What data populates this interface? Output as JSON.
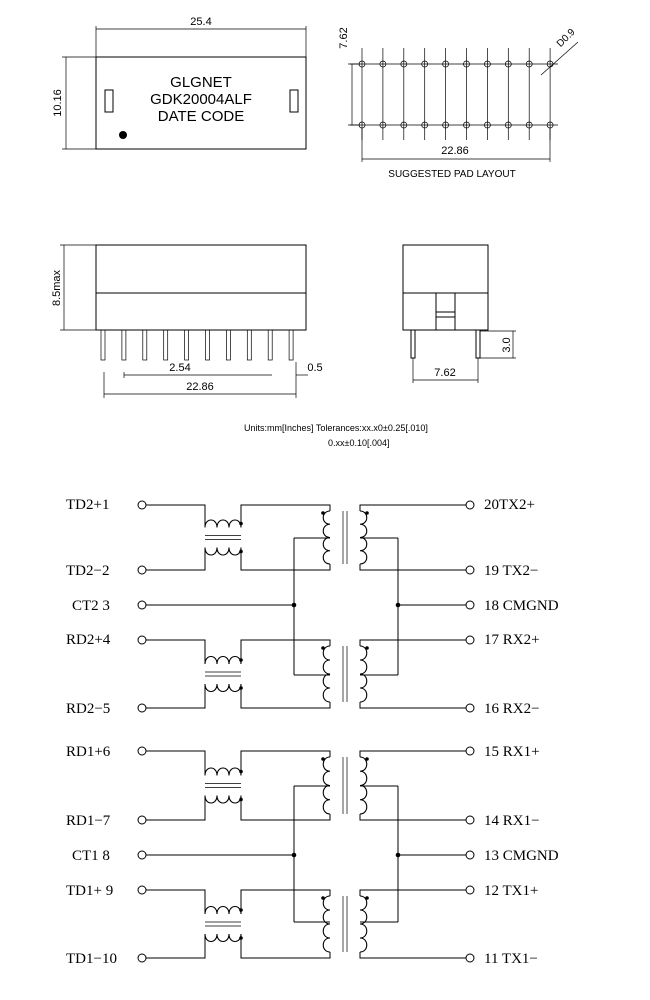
{
  "top_view": {
    "dim_width": "25.4",
    "dim_height": "10.16",
    "marking": [
      "GLGNET",
      "GDK20004ALF",
      "DATE CODE"
    ]
  },
  "pad_layout": {
    "dim_row_pitch": "7.62",
    "dim_pad": "D0.9",
    "dim_span": "22.86",
    "caption": "SUGGESTED PAD LAYOUT"
  },
  "side_view": {
    "dim_height": "8.5max",
    "dim_pitch": "2.54",
    "dim_pin": "0.5",
    "dim_span": "22.86"
  },
  "end_view": {
    "dim_pin_length": "3.0",
    "dim_row_pitch": "7.62"
  },
  "notes": {
    "line1": "Units:mm[Inches] Tolerances:xx.x0±0.25[.010]",
    "line2": "0.xx±0.10[.004]"
  },
  "schematic": {
    "left_pins": [
      "TD2+1",
      "TD2−2",
      "CT2  3",
      "RD2+4",
      "RD2−5",
      "RD1+6",
      "RD1−7",
      "CT1  8",
      "TD1+ 9",
      "TD1−10"
    ],
    "right_pins": [
      "20TX2+",
      "19 TX2−",
      "18 CMGND",
      "17 RX2+",
      "16 RX2−",
      "15 RX1+",
      "14 RX1−",
      "13 CMGND",
      "12 TX1+",
      "11 TX1−"
    ]
  }
}
